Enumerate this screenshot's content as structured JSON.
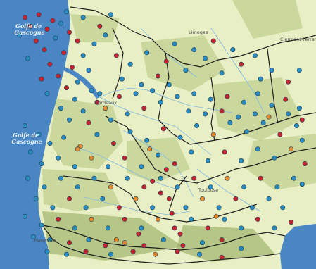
{
  "colors": {
    "sea": "#4a86c4",
    "land": "#e9efc4",
    "land_alt": "#dfe8b5",
    "forest": "#b3c47e",
    "forest_dark": "#93aa5d",
    "river": "#7fb6e3",
    "border": "#1e1e1e",
    "marker_blue": "#2a8bc0",
    "marker_red": "#c8232f",
    "marker_orange": "#e3892c",
    "marker_stroke": "#1d3f56"
  },
  "sea_labels": [
    {
      "line1": "Golfe de",
      "line2": "Gascogne"
    },
    {
      "line1": "Golfe de",
      "line2": "Gascogne"
    }
  ],
  "city_labels": [
    "Limoges",
    "Clermont-Ferrand",
    "Bordeaux",
    "Toulouse",
    "Pamplona"
  ],
  "markers": [
    {
      "lon": -1.35,
      "lat": 46.85,
      "category": "red"
    },
    {
      "lon": -1.1,
      "lat": 46.9,
      "category": "red"
    },
    {
      "lon": -0.85,
      "lat": 46.8,
      "category": "red"
    },
    {
      "lon": -0.7,
      "lat": 46.75,
      "category": "blue"
    },
    {
      "lon": -1.25,
      "lat": 46.7,
      "category": "red"
    },
    {
      "lon": -0.95,
      "lat": 46.65,
      "category": "red"
    },
    {
      "lon": -0.55,
      "lat": 46.6,
      "category": "red"
    },
    {
      "lon": -1.45,
      "lat": 46.55,
      "category": "blue"
    },
    {
      "lon": -1.15,
      "lat": 46.45,
      "category": "red"
    },
    {
      "lon": -0.8,
      "lat": 46.5,
      "category": "blue"
    },
    {
      "lon": -0.4,
      "lat": 46.45,
      "category": "red"
    },
    {
      "lon": -1.0,
      "lat": 46.3,
      "category": "red"
    },
    {
      "lon": -0.65,
      "lat": 46.25,
      "category": "red"
    },
    {
      "lon": -0.3,
      "lat": 46.2,
      "category": "blue"
    },
    {
      "lon": -1.3,
      "lat": 46.15,
      "category": "blue"
    },
    {
      "lon": -0.9,
      "lat": 46.05,
      "category": "red"
    },
    {
      "lon": -0.5,
      "lat": 46.0,
      "category": "red"
    },
    {
      "lon": -0.2,
      "lat": 45.95,
      "category": "blue"
    },
    {
      "lon": -0.75,
      "lat": 45.85,
      "category": "red"
    },
    {
      "lon": -1.05,
      "lat": 45.8,
      "category": "red"
    },
    {
      "lon": -0.4,
      "lat": 45.75,
      "category": "blue"
    },
    {
      "lon": -0.6,
      "lat": 45.65,
      "category": "red"
    },
    {
      "lon": -0.15,
      "lat": 45.6,
      "category": "blue"
    },
    {
      "lon": -0.95,
      "lat": 45.55,
      "category": "blue"
    },
    {
      "lon": -0.45,
      "lat": 45.45,
      "category": "blue"
    },
    {
      "lon": -0.05,
      "lat": 45.4,
      "category": "red"
    },
    {
      "lon": -0.7,
      "lat": 45.3,
      "category": "blue"
    },
    {
      "lon": -0.3,
      "lat": 45.25,
      "category": "blue"
    },
    {
      "lon": 0.1,
      "lat": 45.3,
      "category": "orange"
    },
    {
      "lon": -0.55,
      "lat": 45.1,
      "category": "blue"
    },
    {
      "lon": -0.2,
      "lat": 45.05,
      "category": "red"
    },
    {
      "lon": 0.2,
      "lat": 45.1,
      "category": "blue"
    },
    {
      "lon": 0.5,
      "lat": 45.2,
      "category": "blue"
    },
    {
      "lon": 0.8,
      "lat": 45.3,
      "category": "red"
    },
    {
      "lon": 1.1,
      "lat": 45.4,
      "category": "blue"
    },
    {
      "lon": 1.4,
      "lat": 45.5,
      "category": "blue"
    },
    {
      "lon": 1.7,
      "lat": 45.55,
      "category": "blue"
    },
    {
      "lon": 2.0,
      "lat": 45.45,
      "category": "blue"
    },
    {
      "lon": 2.3,
      "lat": 45.5,
      "category": "red"
    },
    {
      "lon": 2.6,
      "lat": 45.4,
      "category": "blue"
    },
    {
      "lon": 2.85,
      "lat": 45.55,
      "category": "blue"
    },
    {
      "lon": 3.1,
      "lat": 45.35,
      "category": "blue"
    },
    {
      "lon": 3.35,
      "lat": 45.45,
      "category": "red"
    },
    {
      "lon": 3.6,
      "lat": 45.3,
      "category": "blue"
    },
    {
      "lon": 0.3,
      "lat": 46.2,
      "category": "red"
    },
    {
      "lon": 0.55,
      "lat": 46.05,
      "category": "blue"
    },
    {
      "lon": 0.85,
      "lat": 46.25,
      "category": "blue"
    },
    {
      "lon": 1.2,
      "lat": 46.1,
      "category": "red"
    },
    {
      "lon": 1.55,
      "lat": 45.95,
      "category": "blue"
    },
    {
      "lon": 1.9,
      "lat": 46.15,
      "category": "blue"
    },
    {
      "lon": 2.2,
      "lat": 45.9,
      "category": "blue"
    },
    {
      "lon": 2.55,
      "lat": 46.05,
      "category": "red"
    },
    {
      "lon": 0.4,
      "lat": 45.8,
      "category": "blue"
    },
    {
      "lon": 0.75,
      "lat": 45.7,
      "category": "blue"
    },
    {
      "lon": 1.05,
      "lat": 45.85,
      "category": "red"
    },
    {
      "lon": -1.35,
      "lat": 45.0,
      "category": "blue"
    },
    {
      "lon": -1.1,
      "lat": 44.85,
      "category": "blue"
    },
    {
      "lon": -0.9,
      "lat": 44.7,
      "category": "blue"
    },
    {
      "lon": -1.25,
      "lat": 44.55,
      "category": "blue"
    },
    {
      "lon": -0.65,
      "lat": 44.8,
      "category": "blue"
    },
    {
      "lon": -0.35,
      "lat": 44.65,
      "category": "orange"
    },
    {
      "lon": -0.05,
      "lat": 44.85,
      "category": "blue"
    },
    {
      "lon": 0.25,
      "lat": 44.7,
      "category": "red"
    },
    {
      "lon": 0.55,
      "lat": 44.9,
      "category": "blue"
    },
    {
      "lon": 0.85,
      "lat": 44.75,
      "category": "blue"
    },
    {
      "lon": 1.15,
      "lat": 44.95,
      "category": "red"
    },
    {
      "lon": 1.45,
      "lat": 44.8,
      "category": "blue"
    },
    {
      "lon": 1.75,
      "lat": 45.0,
      "category": "blue"
    },
    {
      "lon": 2.05,
      "lat": 44.85,
      "category": "orange"
    },
    {
      "lon": 2.35,
      "lat": 45.05,
      "category": "blue"
    },
    {
      "lon": 2.65,
      "lat": 44.9,
      "category": "blue"
    },
    {
      "lon": 2.95,
      "lat": 45.05,
      "category": "blue"
    },
    {
      "lon": 3.25,
      "lat": 44.85,
      "category": "red"
    },
    {
      "lon": 3.55,
      "lat": 45.0,
      "category": "blue"
    },
    {
      "lon": -1.05,
      "lat": 44.35,
      "category": "blue"
    },
    {
      "lon": -0.75,
      "lat": 44.45,
      "category": "blue"
    },
    {
      "lon": -0.45,
      "lat": 44.3,
      "category": "blue"
    },
    {
      "lon": -0.15,
      "lat": 44.45,
      "category": "orange"
    },
    {
      "lon": 0.15,
      "lat": 44.3,
      "category": "blue"
    },
    {
      "lon": 0.45,
      "lat": 44.45,
      "category": "red"
    },
    {
      "lon": 0.75,
      "lat": 44.3,
      "category": "blue"
    },
    {
      "lon": 1.05,
      "lat": 44.5,
      "category": "blue"
    },
    {
      "lon": 1.35,
      "lat": 44.35,
      "category": "red"
    },
    {
      "lon": 1.65,
      "lat": 44.55,
      "category": "blue"
    },
    {
      "lon": 1.95,
      "lat": 44.4,
      "category": "blue"
    },
    {
      "lon": 2.25,
      "lat": 44.55,
      "category": "red"
    },
    {
      "lon": 2.55,
      "lat": 44.4,
      "category": "blue"
    },
    {
      "lon": 2.85,
      "lat": 44.6,
      "category": "blue"
    },
    {
      "lon": 3.15,
      "lat": 44.45,
      "category": "blue"
    },
    {
      "lon": 3.45,
      "lat": 44.6,
      "category": "orange"
    },
    {
      "lon": -1.3,
      "lat": 44.1,
      "category": "blue"
    },
    {
      "lon": -1.0,
      "lat": 43.95,
      "category": "blue"
    },
    {
      "lon": -0.7,
      "lat": 44.1,
      "category": "blue"
    },
    {
      "lon": -0.4,
      "lat": 43.95,
      "category": "blue"
    },
    {
      "lon": -0.1,
      "lat": 44.1,
      "category": "blue"
    },
    {
      "lon": 0.2,
      "lat": 43.95,
      "category": "orange"
    },
    {
      "lon": 0.5,
      "lat": 44.1,
      "category": "blue"
    },
    {
      "lon": 0.8,
      "lat": 43.95,
      "category": "red"
    },
    {
      "lon": 1.1,
      "lat": 44.1,
      "category": "blue"
    },
    {
      "lon": 1.4,
      "lat": 43.95,
      "category": "blue"
    },
    {
      "lon": 1.7,
      "lat": 44.1,
      "category": "red"
    },
    {
      "lon": 2.0,
      "lat": 43.95,
      "category": "blue"
    },
    {
      "lon": 2.3,
      "lat": 44.1,
      "category": "orange"
    },
    {
      "lon": 2.6,
      "lat": 43.95,
      "category": "blue"
    },
    {
      "lon": 2.9,
      "lat": 44.1,
      "category": "red"
    },
    {
      "lon": 3.2,
      "lat": 43.95,
      "category": "blue"
    },
    {
      "lon": 3.5,
      "lat": 44.1,
      "category": "blue"
    },
    {
      "lon": -1.15,
      "lat": 43.75,
      "category": "blue"
    },
    {
      "lon": -0.85,
      "lat": 43.6,
      "category": "blue"
    },
    {
      "lon": -0.55,
      "lat": 43.75,
      "category": "red"
    },
    {
      "lon": -0.25,
      "lat": 43.6,
      "category": "blue"
    },
    {
      "lon": 0.05,
      "lat": 43.75,
      "category": "blue"
    },
    {
      "lon": 0.35,
      "lat": 43.6,
      "category": "red"
    },
    {
      "lon": 0.65,
      "lat": 43.75,
      "category": "orange"
    },
    {
      "lon": 0.95,
      "lat": 43.6,
      "category": "blue"
    },
    {
      "lon": 1.25,
      "lat": 43.75,
      "category": "red"
    },
    {
      "lon": 1.55,
      "lat": 43.6,
      "category": "blue"
    },
    {
      "lon": 1.85,
      "lat": 43.75,
      "category": "orange"
    },
    {
      "lon": 2.15,
      "lat": 43.6,
      "category": "blue"
    },
    {
      "lon": 2.45,
      "lat": 43.75,
      "category": "red"
    },
    {
      "lon": 2.75,
      "lat": 43.6,
      "category": "blue"
    },
    {
      "lon": 3.05,
      "lat": 43.75,
      "category": "blue"
    },
    {
      "lon": -1.35,
      "lat": 43.45,
      "category": "blue"
    },
    {
      "lon": -1.05,
      "lat": 43.3,
      "category": "blue"
    },
    {
      "lon": -0.75,
      "lat": 43.4,
      "category": "red"
    },
    {
      "lon": -0.45,
      "lat": 43.25,
      "category": "blue"
    },
    {
      "lon": -0.15,
      "lat": 43.4,
      "category": "orange"
    },
    {
      "lon": 0.15,
      "lat": 43.25,
      "category": "blue"
    },
    {
      "lon": 0.45,
      "lat": 43.4,
      "category": "red"
    },
    {
      "lon": 0.75,
      "lat": 43.25,
      "category": "blue"
    },
    {
      "lon": 1.05,
      "lat": 43.4,
      "category": "orange"
    },
    {
      "lon": 1.35,
      "lat": 43.25,
      "category": "red"
    },
    {
      "lon": 1.65,
      "lat": 43.4,
      "category": "blue"
    },
    {
      "lon": 1.95,
      "lat": 43.25,
      "category": "red"
    },
    {
      "lon": 2.25,
      "lat": 43.4,
      "category": "blue"
    },
    {
      "lon": 2.55,
      "lat": 43.25,
      "category": "blue"
    },
    {
      "lon": 2.85,
      "lat": 43.4,
      "category": "red"
    },
    {
      "lon": 3.15,
      "lat": 43.25,
      "category": "blue"
    },
    {
      "lon": -1.2,
      "lat": 43.1,
      "category": "blue"
    },
    {
      "lon": -0.9,
      "lat": 43.05,
      "category": "blue"
    },
    {
      "lon": -0.55,
      "lat": 43.0,
      "category": "red"
    },
    {
      "lon": -0.2,
      "lat": 43.05,
      "category": "blue"
    },
    {
      "lon": 0.1,
      "lat": 42.95,
      "category": "red"
    },
    {
      "lon": 0.45,
      "lat": 43.0,
      "category": "orange"
    },
    {
      "lon": 0.8,
      "lat": 42.95,
      "category": "red"
    },
    {
      "lon": 1.15,
      "lat": 43.05,
      "category": "blue"
    },
    {
      "lon": 1.5,
      "lat": 42.95,
      "category": "red"
    },
    {
      "lon": 1.85,
      "lat": 43.0,
      "category": "blue"
    },
    {
      "lon": 2.2,
      "lat": 43.05,
      "category": "red"
    },
    {
      "lon": 2.55,
      "lat": 42.9,
      "category": "blue"
    },
    {
      "lon": -0.95,
      "lat": 42.85,
      "category": "blue"
    },
    {
      "lon": -0.6,
      "lat": 42.8,
      "category": "blue"
    },
    {
      "lon": -0.25,
      "lat": 42.85,
      "category": "red"
    },
    {
      "lon": 0.2,
      "lat": 42.8,
      "category": "blue"
    },
    {
      "lon": 0.6,
      "lat": 42.85,
      "category": "red"
    },
    {
      "lon": 1.0,
      "lat": 42.8,
      "category": "orange"
    },
    {
      "lon": 1.4,
      "lat": 42.85,
      "category": "red"
    },
    {
      "lon": 1.8,
      "lat": 42.8,
      "category": "blue"
    },
    {
      "lon": 2.2,
      "lat": 42.75,
      "category": "red"
    },
    {
      "lon": 0.0,
      "lat": 45.55,
      "category": "blue"
    },
    {
      "lon": 0.35,
      "lat": 45.5,
      "category": "red"
    },
    {
      "lon": 0.65,
      "lat": 45.55,
      "category": "blue"
    },
    {
      "lon": 0.95,
      "lat": 45.6,
      "category": "blue"
    },
    {
      "lon": 1.25,
      "lat": 45.7,
      "category": "blue"
    },
    {
      "lon": 1.6,
      "lat": 45.25,
      "category": "blue"
    },
    {
      "lon": 1.9,
      "lat": 45.2,
      "category": "blue"
    },
    {
      "lon": 2.2,
      "lat": 45.25,
      "category": "red"
    },
    {
      "lon": 2.5,
      "lat": 45.15,
      "category": "blue"
    },
    {
      "lon": 2.8,
      "lat": 45.2,
      "category": "blue"
    },
    {
      "lon": 3.05,
      "lat": 45.15,
      "category": "orange"
    },
    {
      "lon": 3.4,
      "lat": 45.2,
      "category": "blue"
    },
    {
      "lon": 3.65,
      "lat": 45.1,
      "category": "red"
    },
    {
      "lon": 3.65,
      "lat": 44.75,
      "category": "blue"
    },
    {
      "lon": 3.7,
      "lat": 44.35,
      "category": "red"
    },
    {
      "lon": 3.65,
      "lat": 44.0,
      "category": "blue"
    },
    {
      "lon": 3.3,
      "lat": 43.6,
      "category": "blue"
    },
    {
      "lon": 3.45,
      "lat": 43.35,
      "category": "red"
    },
    {
      "lon": -0.6,
      "lat": 46.95,
      "category": "blue"
    },
    {
      "lon": -0.3,
      "lat": 46.85,
      "category": "blue"
    },
    {
      "lon": 0.0,
      "lat": 46.7,
      "category": "red"
    },
    {
      "lon": 0.2,
      "lat": 46.9,
      "category": "blue"
    },
    {
      "lon": -0.1,
      "lat": 46.4,
      "category": "blue"
    },
    {
      "lon": 0.1,
      "lat": 46.55,
      "category": "blue"
    },
    {
      "lon": 1.35,
      "lat": 46.4,
      "category": "blue"
    },
    {
      "lon": 1.7,
      "lat": 46.3,
      "category": "blue"
    },
    {
      "lon": 2.05,
      "lat": 46.45,
      "category": "red"
    },
    {
      "lon": 2.4,
      "lat": 46.3,
      "category": "blue"
    },
    {
      "lon": 2.8,
      "lat": 46.2,
      "category": "blue"
    },
    {
      "lon": 3.1,
      "lat": 45.95,
      "category": "blue"
    },
    {
      "lon": 3.4,
      "lat": 45.75,
      "category": "red"
    },
    {
      "lon": 3.6,
      "lat": 45.95,
      "category": "blue"
    },
    {
      "lon": 2.9,
      "lat": 45.8,
      "category": "blue"
    },
    {
      "lon": 0.95,
      "lat": 44.05,
      "category": "red"
    },
    {
      "lon": 1.2,
      "lat": 44.25,
      "category": "red"
    },
    {
      "lon": 1.3,
      "lat": 43.5,
      "category": "red"
    },
    {
      "lon": 1.45,
      "lat": 43.15,
      "category": "red"
    },
    {
      "lon": 1.1,
      "lat": 43.85,
      "category": "red"
    },
    {
      "lon": 0.7,
      "lat": 43.15,
      "category": "red"
    },
    {
      "lon": 0.3,
      "lat": 43.05,
      "category": "orange"
    },
    {
      "lon": -0.4,
      "lat": 44.6,
      "category": "orange"
    },
    {
      "lon": 0.9,
      "lat": 44.6,
      "category": "orange"
    },
    {
      "lon": 2.1,
      "lat": 43.45,
      "category": "orange"
    }
  ]
}
